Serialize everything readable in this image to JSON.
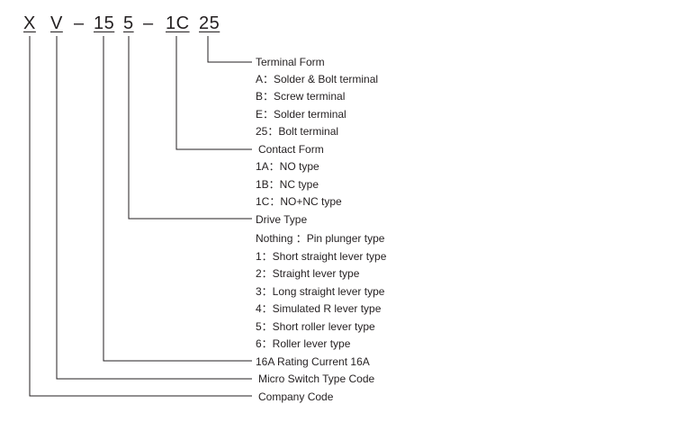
{
  "model_code": {
    "parts": [
      "X",
      "V",
      "15",
      "5",
      "1C",
      "25"
    ],
    "separator": "–"
  },
  "groups": [
    {
      "heading": "Terminal Form",
      "items": [
        "A：Solder & Bolt terminal",
        "B：Screw terminal",
        "E：Solder terminal",
        "25：Bolt terminal"
      ]
    },
    {
      "heading": "Contact Form",
      "items": [
        "1A：NO type",
        "1B：NC type",
        "1C：NO+NC type"
      ]
    },
    {
      "heading": "Drive Type",
      "items": [
        "Nothing ：Pin plunger type",
        "1：Short straight lever type",
        "2：Straight lever type",
        "3：Long straight lever type",
        "4：Simulated R lever type",
        "5：Short roller lever type",
        "6：Roller lever type"
      ]
    },
    {
      "heading": "16A  Rating Current 16A",
      "items": []
    },
    {
      "heading": "Micro Switch Type Code",
      "items": []
    },
    {
      "heading": "Company Code",
      "items": []
    }
  ],
  "colors": {
    "ink": "#231f20",
    "line": "#231f20",
    "background": "#ffffff"
  }
}
